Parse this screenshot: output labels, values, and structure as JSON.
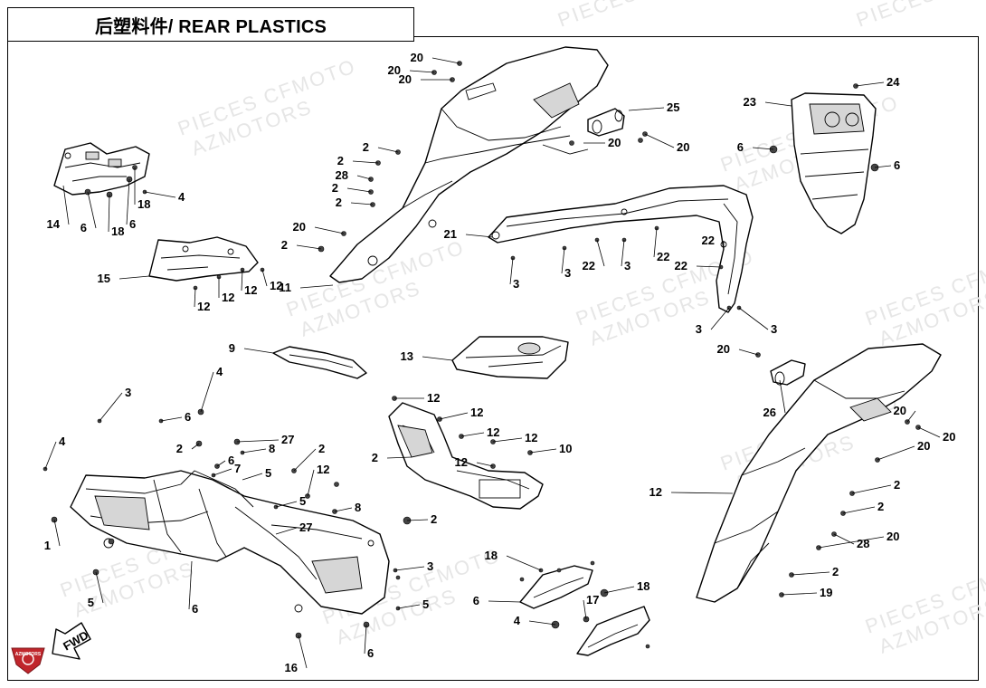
{
  "title": "后塑料件/ REAR PLASTICS",
  "watermark": [
    "PIECES CFMOTO",
    "AZMOTORS"
  ],
  "fwd_label": "FWD",
  "logo_text": "AZMOTORS",
  "colors": {
    "line": "#000000",
    "watermark": "#e6e6e6",
    "logo_red": "#c0262c"
  },
  "callouts": [
    {
      "n": "20"
    },
    {
      "n": "20"
    },
    {
      "n": "20"
    },
    {
      "n": "25"
    },
    {
      "n": "20"
    },
    {
      "n": "20"
    },
    {
      "n": "2"
    },
    {
      "n": "2"
    },
    {
      "n": "28"
    },
    {
      "n": "2"
    },
    {
      "n": "2"
    },
    {
      "n": "20"
    },
    {
      "n": "2"
    },
    {
      "n": "11"
    },
    {
      "n": "14"
    },
    {
      "n": "6"
    },
    {
      "n": "18"
    },
    {
      "n": "6"
    },
    {
      "n": "18"
    },
    {
      "n": "4"
    },
    {
      "n": "15"
    },
    {
      "n": "12"
    },
    {
      "n": "12"
    },
    {
      "n": "12"
    },
    {
      "n": "12"
    },
    {
      "n": "21"
    },
    {
      "n": "3"
    },
    {
      "n": "3"
    },
    {
      "n": "22"
    },
    {
      "n": "3"
    },
    {
      "n": "22"
    },
    {
      "n": "22"
    },
    {
      "n": "22"
    },
    {
      "n": "3"
    },
    {
      "n": "3"
    },
    {
      "n": "24"
    },
    {
      "n": "23"
    },
    {
      "n": "6"
    },
    {
      "n": "6"
    },
    {
      "n": "9"
    },
    {
      "n": "13"
    },
    {
      "n": "20"
    },
    {
      "n": "26"
    },
    {
      "n": "20"
    },
    {
      "n": "20"
    },
    {
      "n": "20"
    },
    {
      "n": "2"
    },
    {
      "n": "2"
    },
    {
      "n": "28"
    },
    {
      "n": "20"
    },
    {
      "n": "2"
    },
    {
      "n": "19"
    },
    {
      "n": "12"
    },
    {
      "n": "12"
    },
    {
      "n": "12"
    },
    {
      "n": "12"
    },
    {
      "n": "12"
    },
    {
      "n": "12"
    },
    {
      "n": "10"
    },
    {
      "n": "2"
    },
    {
      "n": "3"
    },
    {
      "n": "4"
    },
    {
      "n": "6"
    },
    {
      "n": "4"
    },
    {
      "n": "2"
    },
    {
      "n": "8"
    },
    {
      "n": "27"
    },
    {
      "n": "6"
    },
    {
      "n": "7"
    },
    {
      "n": "5"
    },
    {
      "n": "2"
    },
    {
      "n": "5"
    },
    {
      "n": "8"
    },
    {
      "n": "2"
    },
    {
      "n": "27"
    },
    {
      "n": "3"
    },
    {
      "n": "5"
    },
    {
      "n": "6"
    },
    {
      "n": "1"
    },
    {
      "n": "5"
    },
    {
      "n": "6"
    },
    {
      "n": "12"
    },
    {
      "n": "16"
    },
    {
      "n": "18"
    },
    {
      "n": "6"
    },
    {
      "n": "18"
    },
    {
      "n": "17"
    },
    {
      "n": "4"
    }
  ]
}
